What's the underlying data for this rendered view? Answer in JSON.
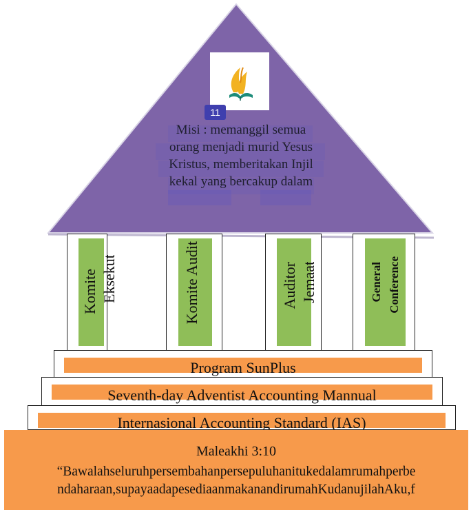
{
  "roof": {
    "badge": "11",
    "mission_lines": [
      "Misi : memanggil semua",
      "orang menjadi murid Yesus",
      "Kristus, memberitakan Injil",
      "kekal yang bercakup dalam"
    ]
  },
  "pillars": [
    {
      "line1": "Komite",
      "line2": "Eksekutif"
    },
    {
      "line1": "Komite Audit",
      "line2": ""
    },
    {
      "line1": "Auditor",
      "line2": "Jemaat"
    },
    {
      "line1": "General",
      "line2": "Conference"
    }
  ],
  "steps": [
    {
      "label": "Program SunPlus"
    },
    {
      "label": "Seventh-day Adventist Accounting Mannual"
    },
    {
      "label": "Internasional Accounting Standard (IAS)"
    }
  ],
  "base": {
    "title": "Maleakhi 3:10",
    "line1": "“Bawalahseluruhpersembahanpersepuluhanitukedalamrumahperbe",
    "line2": "ndaharaan,supayaadapesediaanmakanandirumahKudanujilahAku,f"
  },
  "colors": {
    "roof": "#7e64a8",
    "pillar_fill": "#8fbe58",
    "step_bar": "#f79a4b",
    "badge": "#3f3fae"
  }
}
